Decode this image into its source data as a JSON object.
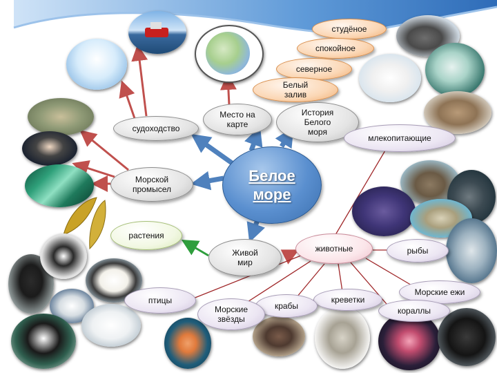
{
  "center": {
    "label": "Белое\nморе"
  },
  "nodes": {
    "shipping": "судоходство",
    "map_place": "Место на\nкарте",
    "history": "История\nБелого\nморя",
    "fishing": "Морской\nпромысел",
    "plants": "растения",
    "living_world": "Живой\nмир",
    "animals": "животные",
    "mammals": "млекопитающие",
    "fish": "рыбы",
    "birds": "птицы",
    "starfish": "Морские\nзвёзды",
    "crabs": "крабы",
    "shrimp": "креветки",
    "corals": "кораллы",
    "urchins": "Морские ежи"
  },
  "features": {
    "cold": "студёное",
    "calm": "спокойное",
    "northern": "северное",
    "white_bay": "Белый\nзалив"
  },
  "colors": {
    "title_blue": "#3b6fae",
    "arrow_blue": "#4f81bd",
    "arrow_red": "#c0504d",
    "arrow_green": "#2f9e3d",
    "line_dark_red": "#a0282a"
  },
  "photos": [
    {
      "name": "icebreaker-photo"
    },
    {
      "name": "iceberg-photo"
    },
    {
      "name": "globe-photo"
    },
    {
      "name": "walrus-photo"
    },
    {
      "name": "seal-pup-photo"
    },
    {
      "name": "beluga-photo"
    },
    {
      "name": "harbor-seal-photo"
    },
    {
      "name": "fishermen-photo"
    },
    {
      "name": "diver-photo"
    },
    {
      "name": "seaweed-photo"
    },
    {
      "name": "kelp-leaves-photo"
    },
    {
      "name": "flounder-photo"
    },
    {
      "name": "sea-sponge-photo"
    },
    {
      "name": "sculpin-photo"
    },
    {
      "name": "cod-photo"
    },
    {
      "name": "salmon-photo"
    },
    {
      "name": "cormorant-photo"
    },
    {
      "name": "oystercatcher-photo"
    },
    {
      "name": "eider-photo"
    },
    {
      "name": "tern-photo"
    },
    {
      "name": "gull-photo"
    },
    {
      "name": "loon-photo"
    },
    {
      "name": "starfish-photo"
    },
    {
      "name": "crab-photo"
    },
    {
      "name": "shrimp-photo"
    },
    {
      "name": "coral-photo"
    },
    {
      "name": "urchin-photo"
    }
  ]
}
